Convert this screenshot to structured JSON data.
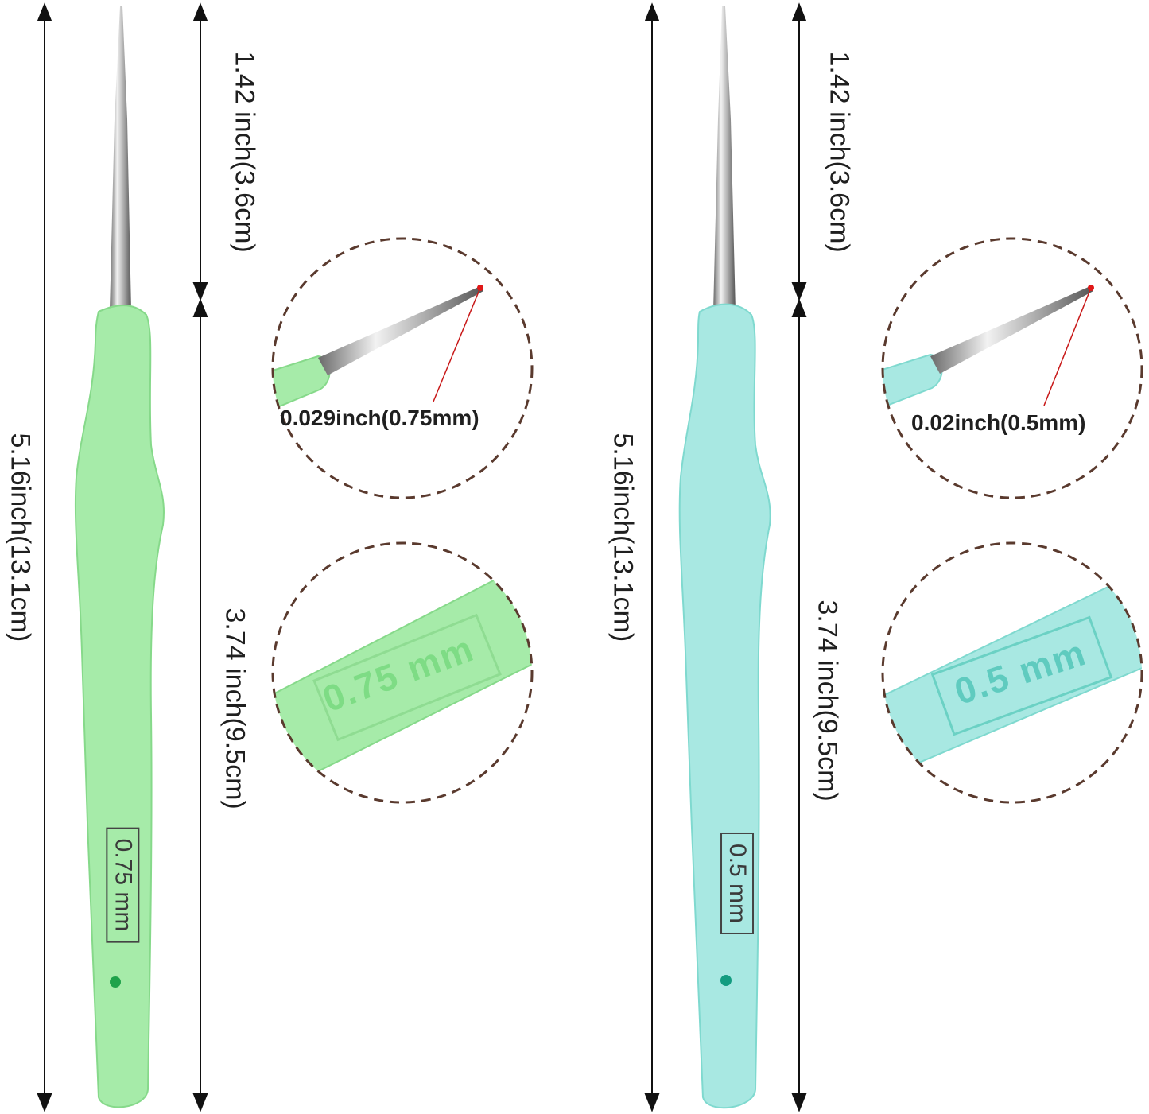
{
  "hooks": [
    {
      "color": "#a6eba9",
      "color_dark": "#86d98a",
      "emboss_color": "#7edc85",
      "dot_color": "#1fa24a",
      "total_length": "5.16inch(13.1cm)",
      "tip_length": "1.42 inch(3.6cm)",
      "handle_length": "3.74 inch(9.5cm)",
      "tip_diameter": "0.029inch(0.75mm)",
      "handle_marking": "0.75 mm"
    },
    {
      "color": "#a8e8e2",
      "color_dark": "#7fd9cf",
      "emboss_color": "#5fcbbf",
      "dot_color": "#139c80",
      "total_length": "5.16inch(13.1cm)",
      "tip_length": "1.42 inch(3.6cm)",
      "handle_length": "3.74 inch(9.5cm)",
      "tip_diameter": "0.02inch(0.5mm)",
      "handle_marking": "0.5 mm"
    }
  ],
  "colors": {
    "dashed_circle": "#5a3a2e",
    "arrow": "#111111",
    "tip_marker": "#e01818"
  }
}
